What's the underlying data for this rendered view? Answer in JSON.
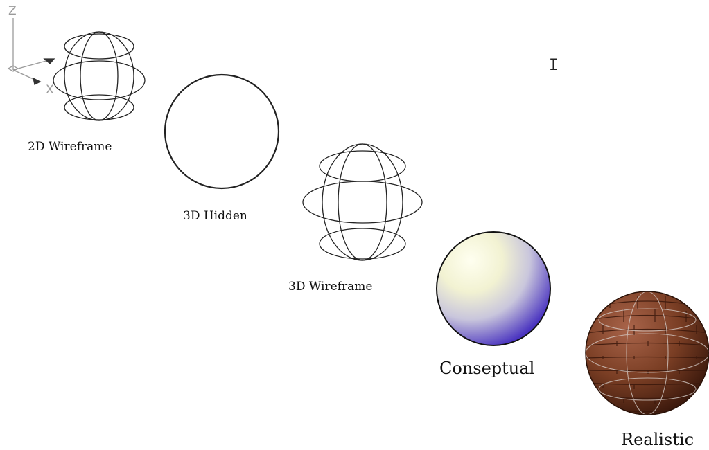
{
  "ucs": {
    "z_label": "Z",
    "x_label": "X"
  },
  "styles": [
    {
      "label": "2D Wireframe",
      "render": "wireframe"
    },
    {
      "label": "3D Hidden",
      "render": "hidden"
    },
    {
      "label": "3D Wireframe",
      "render": "wireframe"
    },
    {
      "label": "Conseptual",
      "render": "conceptual"
    },
    {
      "label": "Realistic",
      "render": "realistic"
    }
  ],
  "cursor": {
    "icon": "text-ibeam-cursor-icon",
    "glyph": "I"
  },
  "colors": {
    "background": "#ffffff",
    "line": "#222222",
    "conceptual_highlight": "#fffff0",
    "conceptual_mid": "#d8d8e4",
    "conceptual_shadow": "#5a46c8",
    "brick_base": "#7a3e24",
    "brick_dark": "#4a2214",
    "ucs_gray": "#9a9a9a"
  }
}
